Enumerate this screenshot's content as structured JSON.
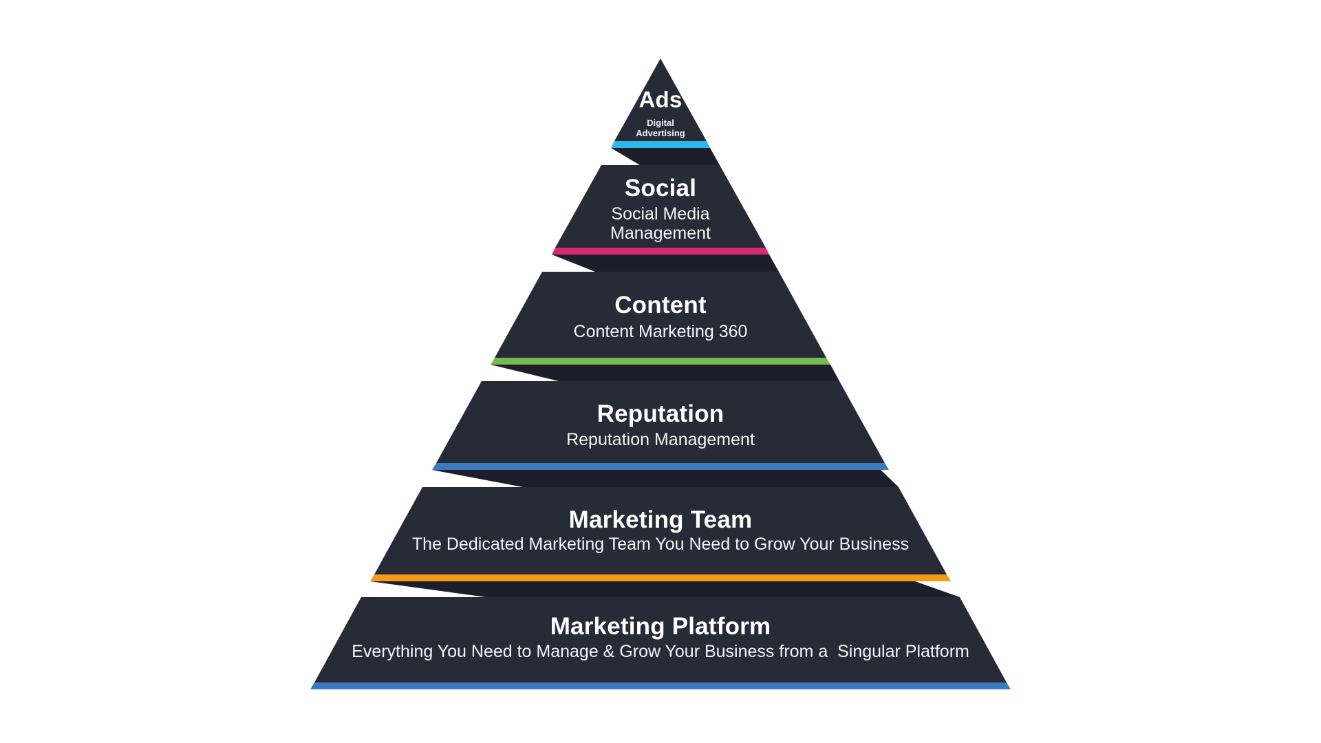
{
  "page": {
    "background_color": "#ffffff",
    "tier_fill_color": "#262b36",
    "shadow_fill_color": "#1b1f29",
    "title_text_color": "#ffffff"
  },
  "pyramid": {
    "tiers": [
      {
        "id": "ads",
        "title": "Ads",
        "subtitle": "Digital\nAdvertising",
        "accent_color": "#29b8e9"
      },
      {
        "id": "social",
        "title": "Social",
        "subtitle": "Social Media\nManagement",
        "accent_color": "#d72a71"
      },
      {
        "id": "content",
        "title": "Content",
        "subtitle": "Content Marketing 360",
        "accent_color": "#74ba50"
      },
      {
        "id": "reputation",
        "title": "Reputation",
        "subtitle": "Reputation Management",
        "accent_color": "#3a7bc0"
      },
      {
        "id": "marketing-team",
        "title": "Marketing Team",
        "subtitle": "The Dedicated Marketing Team You Need to Grow Your Business",
        "accent_color": "#f59c17"
      },
      {
        "id": "marketing-platform",
        "title": "Marketing Platform",
        "subtitle": "Everything You Need to Manage & Grow Your Business from a  Singular Platform",
        "accent_color": "#3a7bc0"
      }
    ]
  }
}
